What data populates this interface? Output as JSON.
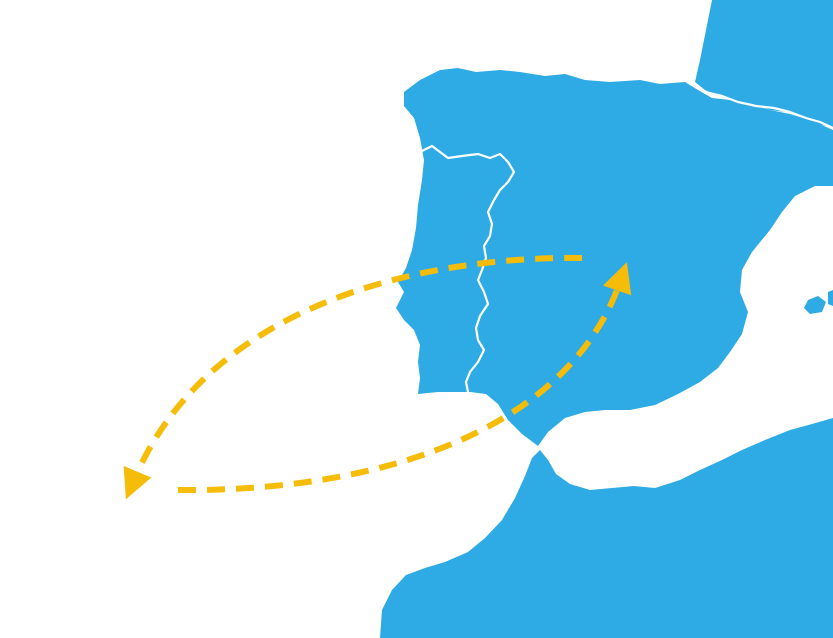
{
  "map": {
    "colors": {
      "land": "#2eaae4",
      "sea": "#ffffff",
      "border": "#ffffff",
      "route": "#f6bc0a"
    },
    "regions": [
      "iberian-peninsula",
      "france",
      "north-africa",
      "balearic-islands"
    ],
    "routes": [
      {
        "name": "route-atlantic-to-portugal",
        "arrow": "both-ends",
        "style": "dashed"
      },
      {
        "name": "route-atlantic-to-central-spain",
        "arrow": "both-ends",
        "style": "dashed"
      }
    ]
  }
}
